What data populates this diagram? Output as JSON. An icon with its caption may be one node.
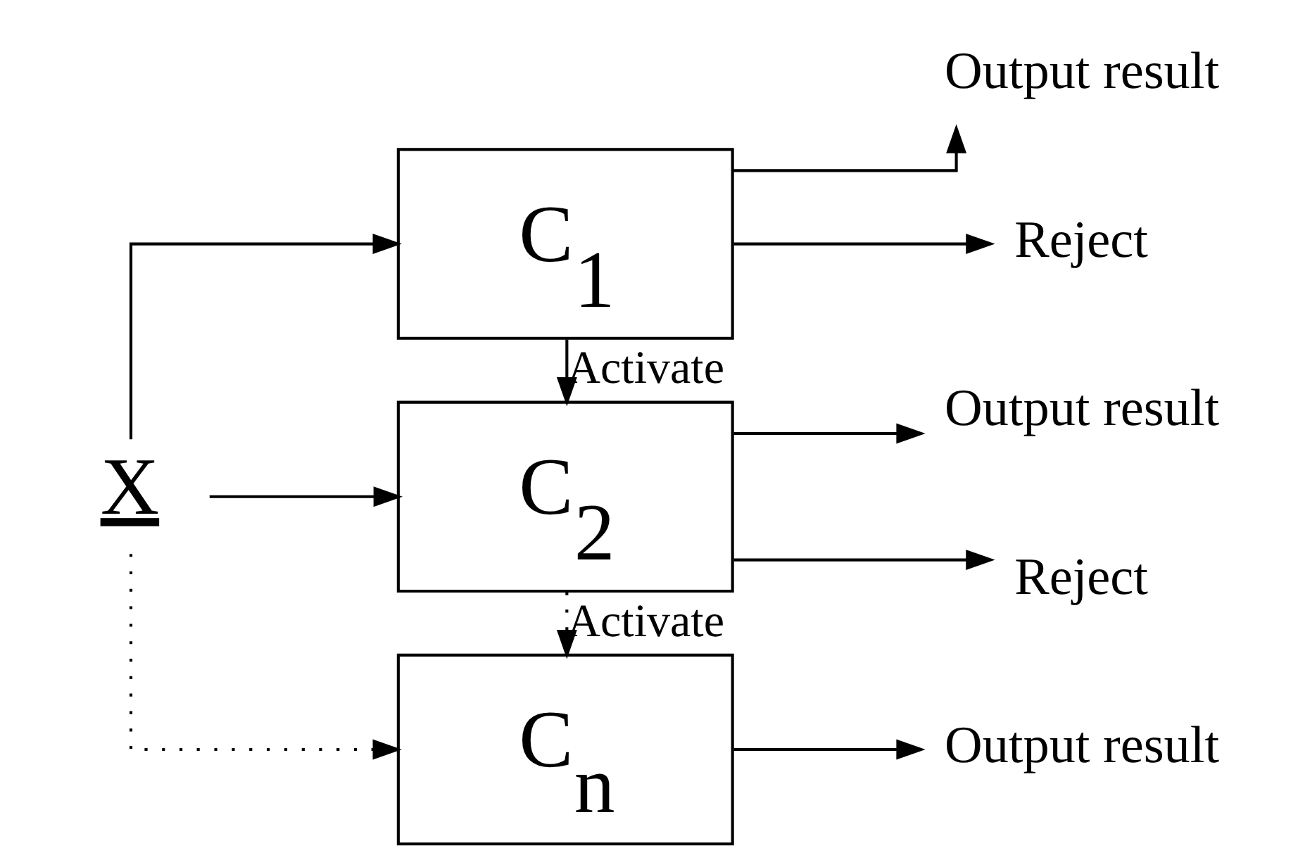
{
  "diagram": {
    "nodes": [
      {
        "text": [
          "X"
        ]
      },
      {
        "text": [
          "C$_{1}$"
        ]
      },
      {
        "text": [
          "C$_{2}$"
        ]
      },
      {
        "text": [
          "C$_{n}$"
        ]
      },
      {
        "text": [
          "Output result"
        ]
      },
      {
        "text": [
          "Reject"
        ]
      },
      {
        "text": [
          "Output result"
        ]
      },
      {
        "text": [
          "Reject"
        ]
      },
      {
        "text": [
          "Output result"
        ]
      }
    ],
    "edges": [
      {
        "from": 0,
        "to": 1,
        "arrow": "to"
      },
      {
        "from": 0,
        "to": 2,
        "arrow": "to"
      },
      {
        "from": 0,
        "to": 3,
        "arrow": "to",
        "style": "dashed"
      },
      {
        "from": 1,
        "to": 4,
        "arrow": "to"
      },
      {
        "from": 1,
        "to": 5,
        "arrow": "to"
      },
      {
        "from": 1,
        "to": 2,
        "arrow": "to",
        "label": "Activate"
      },
      {
        "from": 2,
        "to": 6,
        "arrow": "to"
      },
      {
        "from": 2,
        "to": 7,
        "arrow": "to"
      },
      {
        "from": 2,
        "to": 3,
        "arrow": "to",
        "label": "Activate",
        "style": "dashed"
      },
      {
        "from": 3,
        "to": 8,
        "arrow": "to"
      }
    ]
  }
}
